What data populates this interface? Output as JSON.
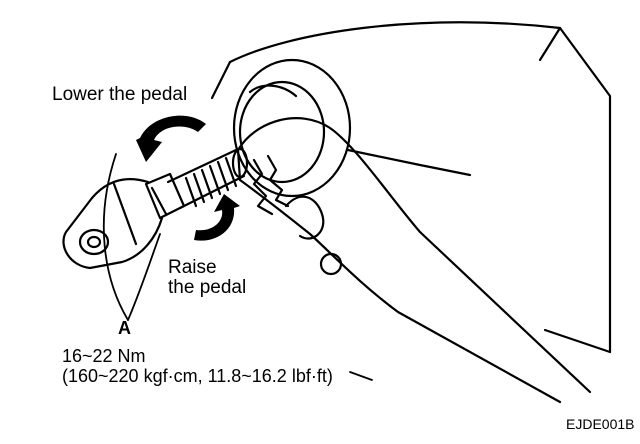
{
  "diagram": {
    "labels": {
      "lower": "Lower the pedal",
      "raise_line1": "Raise",
      "raise_line2": "the pedal",
      "callout": "A",
      "torque_line1": "16~22 Nm",
      "torque_line2": "(160~220 kgf·cm, 11.8~16.2 lbf·ft)",
      "figure_code": "EJDE001B"
    },
    "icons": [
      "rotation-arrow-icon",
      "rotation-arrow-icon"
    ],
    "colors": {
      "ink": "#000000",
      "paper": "#ffffff"
    }
  }
}
